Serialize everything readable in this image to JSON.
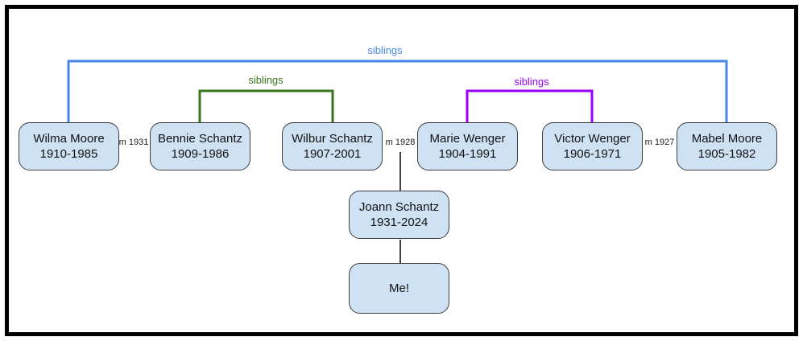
{
  "diagram": {
    "sibling_connectors": [
      {
        "label": "siblings",
        "color": "#4a86e8"
      },
      {
        "label": "siblings",
        "color": "#38761d"
      },
      {
        "label": "siblings",
        "color": "#9900ff"
      }
    ],
    "people": [
      {
        "name": "Wilma Moore",
        "years": "1910-1985"
      },
      {
        "name": "Bennie Schantz",
        "years": "1909-1986"
      },
      {
        "name": "Wilbur Schantz",
        "years": "1907-2001"
      },
      {
        "name": "Marie Wenger",
        "years": "1904-1991"
      },
      {
        "name": "Victor Wenger",
        "years": "1906-1971"
      },
      {
        "name": "Mabel Moore",
        "years": "1905-1982"
      },
      {
        "name": "Joann Schantz",
        "years": "1931-2024"
      },
      {
        "name": "Me!",
        "years": ""
      }
    ],
    "marriages": [
      {
        "label": "m 1931"
      },
      {
        "label": "m 1928"
      },
      {
        "label": "m 1927"
      }
    ],
    "styles": {
      "box_fill": "#cfe2f3",
      "box_border": "#3d3d42",
      "child_line_color": "#000000",
      "frame_color": "#000000"
    }
  }
}
